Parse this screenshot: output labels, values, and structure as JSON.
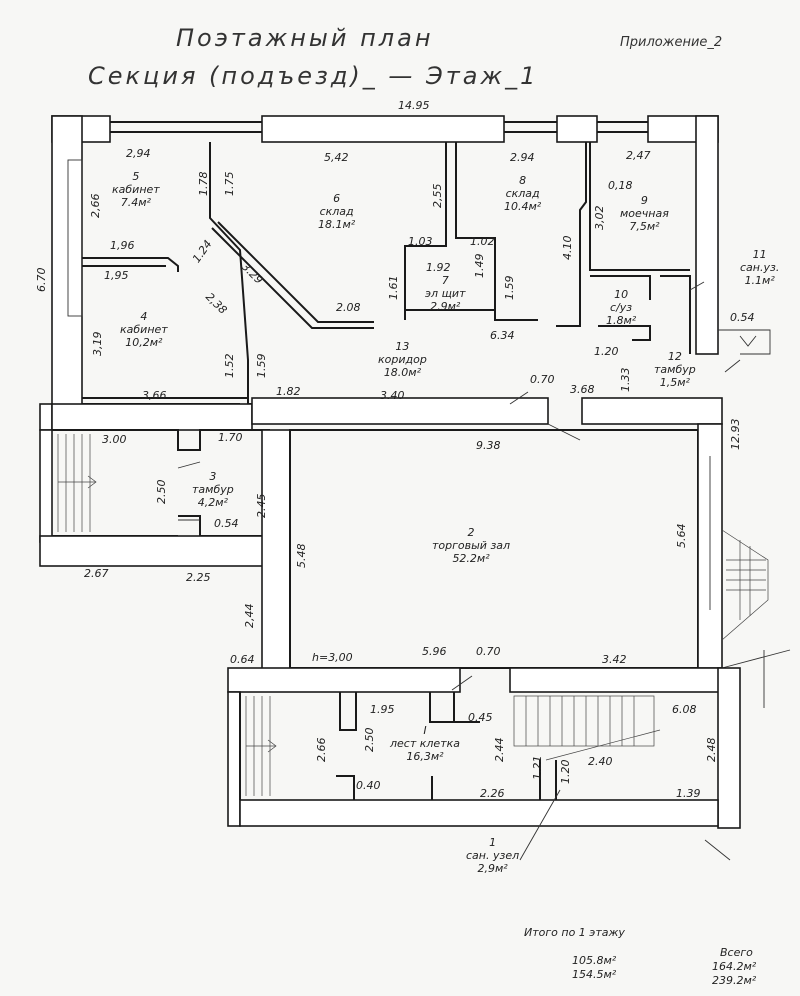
{
  "header": {
    "title_line1": "Поэтажный план",
    "title_line2": "Секция (подъезд)_  —      Этаж_1",
    "appendix": "Приложение_2"
  },
  "rooms": [
    {
      "num": "5",
      "name": "кабинет",
      "area": "7.4м²"
    },
    {
      "num": "6",
      "name": "склад",
      "area": "18.1м²"
    },
    {
      "num": "8",
      "name": "склад",
      "area": "10.4м²"
    },
    {
      "num": "9",
      "name": "моечная",
      "area": "7,5м²"
    },
    {
      "num": "11",
      "name": "сан.уз.",
      "area": "1.1м²"
    },
    {
      "num": "7",
      "name": "эл щит",
      "area": "2,9м²"
    },
    {
      "num": "10",
      "name": "с/уз",
      "area": "1.8м²"
    },
    {
      "num": "4",
      "name": "кабинет",
      "area": "10,2м²"
    },
    {
      "num": "13",
      "name": "коридор",
      "area": "18.0м²"
    },
    {
      "num": "12",
      "name": "тамбур",
      "area": "1,5м²"
    },
    {
      "num": "3",
      "name": "тамбур",
      "area": "4,2м²"
    },
    {
      "num": "2",
      "name": "торговый зал",
      "area": "52.2м²"
    },
    {
      "num": "I",
      "name": "лест клетка",
      "area": "16,3м²"
    },
    {
      "num": "1",
      "name": "сан. узел",
      "area": "2,9м²"
    }
  ],
  "dims": [
    "14.95",
    "2,94",
    "5,42",
    "2.94",
    "2,47",
    "0,18",
    "1.78",
    "1.75",
    "2,66",
    "2,55",
    "3,02",
    "6.70",
    "1,96",
    "1.24",
    "1.03",
    "1.02",
    "4.10",
    "1,95",
    "1.92",
    "1.49",
    "3.29",
    "2,38",
    "1.61",
    "1.59",
    "2.08",
    "6.34",
    "0.54",
    "3,19",
    "1.52",
    "1.59",
    "1.20",
    "1.33",
    "0.70",
    "3.68",
    "3,66",
    "1.82",
    "3.40",
    "12.93",
    "3.00",
    "1.70",
    "9.38",
    "2.50",
    "2.45",
    "0.54",
    "5.64",
    "5.48",
    "2.67",
    "2.25",
    "2,44",
    "0.64",
    "h=3,00",
    "5.96",
    "0.70",
    "3.42",
    "1.95",
    "0.45",
    "6.08",
    "2.66",
    "2.50",
    "2.44",
    "2.48",
    "1.21",
    "1.20",
    "2.40",
    "0.40",
    "2.26",
    "1.39"
  ],
  "totals": {
    "label": "Итого по 1 этажу",
    "main": "105.8м²",
    "aux": "154.5м²",
    "all_label": "Всего",
    "all_main": "164.2м²",
    "all_aux": "239.2м²"
  }
}
